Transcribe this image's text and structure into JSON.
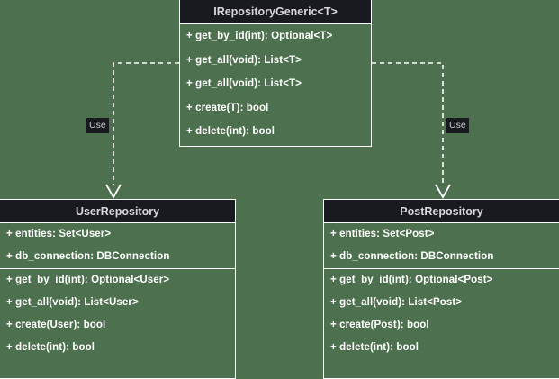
{
  "diagram": {
    "type": "uml-class-diagram",
    "background_color": "#4d704f",
    "header_color": "#191920",
    "line_color": "#ffffff",
    "text_color": "#ffffff",
    "interface": {
      "name": "IRepositoryGeneric<T>",
      "attributes": [],
      "methods": [
        "+ get_by_id(int): Optional<T>",
        "+ get_all(void): List<T>",
        "+ get_all(void): List<T>",
        "+ create(T): bool",
        "+ delete(int): bool"
      ]
    },
    "classes": [
      {
        "name": "UserRepository",
        "attributes": [
          "+ entities: Set<User>",
          "+ db_connection: DBConnection"
        ],
        "methods": [
          "+ get_by_id(int): Optional<User>",
          "+ get_all(void): List<User>",
          "+ create(User): bool",
          "+ delete(int): bool"
        ]
      },
      {
        "name": "PostRepository",
        "attributes": [
          "+ entities: Set<Post>",
          "+ db_connection: DBConnection"
        ],
        "methods": [
          "+ get_by_id(int): Optional<Post>",
          "+ get_all(void): List<Post>",
          "+ create(Post): bool",
          "+ delete(int): bool"
        ]
      }
    ],
    "relationships": [
      {
        "label": "Use",
        "from": "IRepositoryGeneric<T>",
        "to": "UserRepository",
        "style": "dashed",
        "arrow": "open"
      },
      {
        "label": "Use",
        "from": "IRepositoryGeneric<T>",
        "to": "PostRepository",
        "style": "dashed",
        "arrow": "open"
      }
    ]
  }
}
